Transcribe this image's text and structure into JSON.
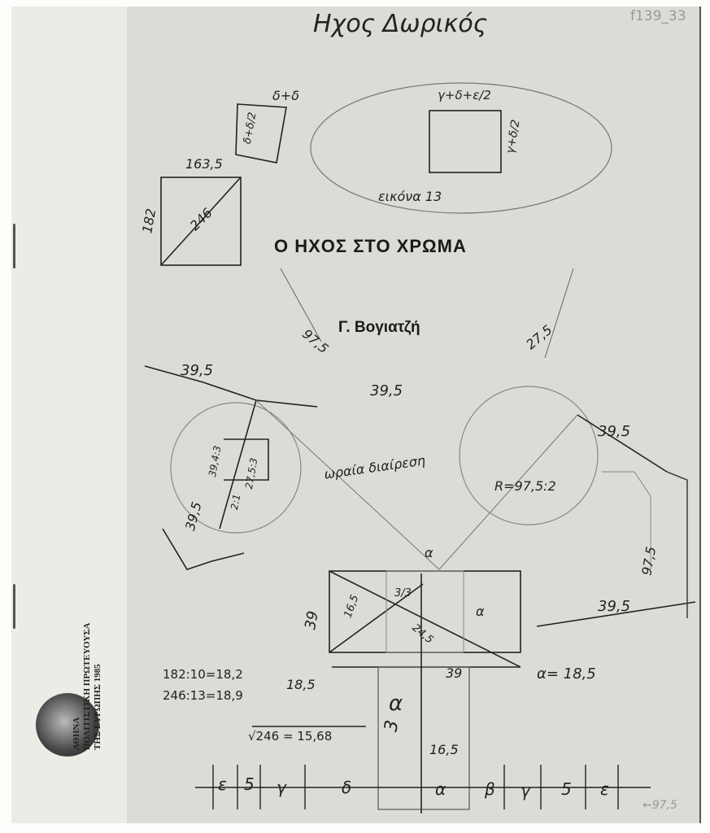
{
  "cover": {
    "title": "Ο ΗΧΟΣ ΣΤΟ ΧΡΩΜΑ",
    "author": "Γ. Βογιατζή"
  },
  "spine": {
    "lines": [
      "ΑΘΗΝΑ",
      "ΠΟΛΙΤΙΣΤΙΚΗ ΠΡΩΤΕΥΟΥΣΑ",
      "ΤΗΣ ΕΥΡΩΠΗΣ 1985"
    ]
  },
  "archive_code": "f139_33",
  "annotations": {
    "heading": "Ηχος Δωρικός",
    "small_rect_top": "δ+δ",
    "small_rect_side": "δ+δ/2",
    "square_top": "163,5",
    "square_side": "182",
    "square_diag": "246",
    "oval_top": "γ+δ+ε/2",
    "oval_side": "γ+δ/2",
    "oval_caption": "εικόνα 13",
    "left_975": "97,5",
    "right_275": "27,5",
    "top_left_395": "39,5",
    "mid_395": "39,5",
    "right_395": "39,5",
    "right_lower_395": "39,5",
    "ratio1": "39,4:3",
    "ratio2": "27,5:3",
    "ratio3": "2:1",
    "left_side": "39,5",
    "phrase": "ωραία διαίρεση",
    "radius": "R=97,5:2",
    "vertical_right": "97,5",
    "alpha_top": "α",
    "alpha_right": "α",
    "side_39": "39",
    "inner_165": "16,5",
    "diag_a": "3/3",
    "diag_b": "24,5",
    "bottom_39": "39",
    "alpha_eq": "α= 18,5",
    "calc1": "182:10=18,2",
    "calc2": "246:13=18,9",
    "calc_result": "18,5",
    "sqrt": "√246 = 15,68",
    "alpha_box": "α",
    "box_3": "3",
    "box_165": "16,5",
    "bottom_scale": [
      "ε",
      "5",
      "γ",
      "δ",
      "α",
      "β",
      "γ",
      "5",
      "ε"
    ],
    "arrow_975": "←97,5"
  }
}
